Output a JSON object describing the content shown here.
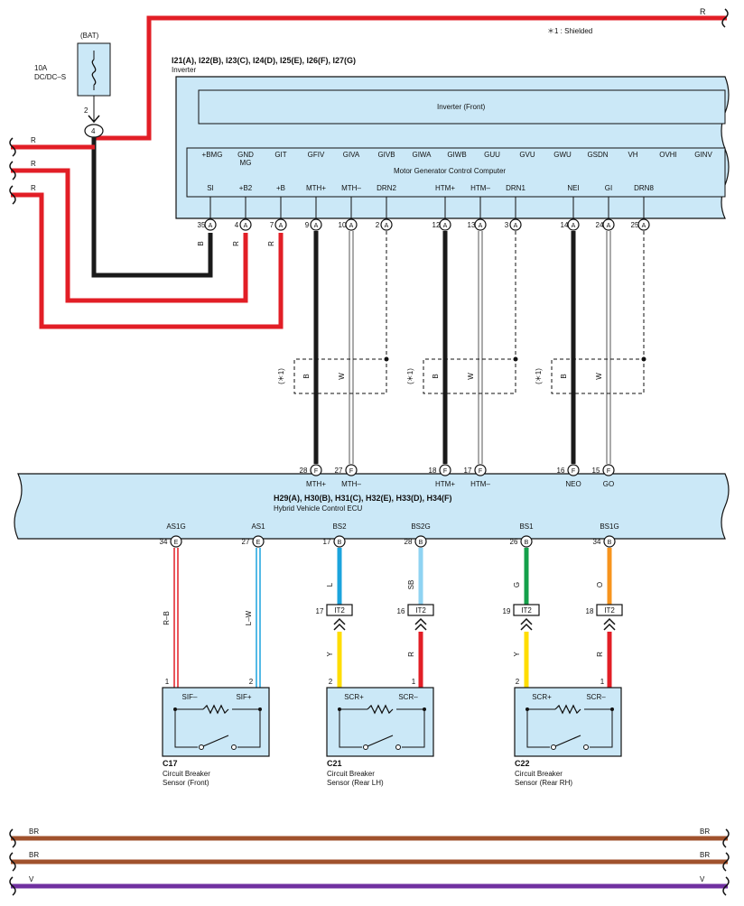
{
  "top_wire": {
    "color_code": "R",
    "color": "#e21e26",
    "note": "＊1 : Shielded"
  },
  "fuse": {
    "location": "(BAT)",
    "rating": "10A",
    "name": "DC/DC–S",
    "pin": "2",
    "junction": "4"
  },
  "left_wires": [
    "R",
    "R",
    "R"
  ],
  "inverter": {
    "connectors": "I21(A), I22(B), I23(C), I24(D), I25(E), I26(F), I27(G)",
    "name": "Inverter",
    "front_label": "Inverter (Front)",
    "mgcc_label": "Motor Generator Control Computer",
    "signals_top": [
      "+BMG",
      "GND\nMG",
      "GIT",
      "GFIV",
      "GIVA",
      "GIVB",
      "GIWA",
      "GIWB",
      "GUU",
      "GVU",
      "GWU",
      "GSDN",
      "VH",
      "OVHI",
      "GINV"
    ],
    "terminals": [
      {
        "label": "SI",
        "pin": "35",
        "conn": "A",
        "wire": "B"
      },
      {
        "label": "+B2",
        "pin": "4",
        "conn": "A",
        "wire": "R"
      },
      {
        "label": "+B",
        "pin": "7",
        "conn": "A",
        "wire": "R"
      },
      {
        "label": "MTH+",
        "pin": "9",
        "conn": "A"
      },
      {
        "label": "MTH–",
        "pin": "10",
        "conn": "A"
      },
      {
        "label": "DRN2",
        "pin": "2",
        "conn": "A"
      },
      {
        "label": "HTM+",
        "pin": "12",
        "conn": "A"
      },
      {
        "label": "HTM–",
        "pin": "13",
        "conn": "A"
      },
      {
        "label": "DRN1",
        "pin": "3",
        "conn": "A"
      },
      {
        "label": "NEI",
        "pin": "14",
        "conn": "A"
      },
      {
        "label": "GI",
        "pin": "24",
        "conn": "A"
      },
      {
        "label": "DRN8",
        "pin": "25",
        "conn": "A"
      }
    ]
  },
  "shield_groups": [
    {
      "note": "(＊1)",
      "wire1": "B",
      "wire2": "W"
    },
    {
      "note": "(＊1)",
      "wire1": "B",
      "wire2": "W"
    },
    {
      "note": "(＊1)",
      "wire1": "B",
      "wire2": "W"
    }
  ],
  "ecu": {
    "connectors": "H29(A), H30(B), H31(C), H32(E), H33(D), H34(F)",
    "name": "Hybrid Vehicle Control ECU",
    "top_terminals": [
      {
        "pin": "28",
        "conn": "F",
        "label": "MTH+"
      },
      {
        "pin": "27",
        "conn": "F",
        "label": "MTH–"
      },
      {
        "pin": "18",
        "conn": "F",
        "label": "HTM+"
      },
      {
        "pin": "17",
        "conn": "F",
        "label": "HTM–"
      },
      {
        "pin": "16",
        "conn": "F",
        "label": "NEO"
      },
      {
        "pin": "15",
        "conn": "F",
        "label": "GO"
      }
    ],
    "bottom_terminals": [
      {
        "label": "AS1G",
        "pin": "34",
        "conn": "E",
        "wire": "R–B",
        "color": "#e21e26"
      },
      {
        "label": "AS1",
        "pin": "27",
        "conn": "E",
        "wire": "L–W",
        "color": "#1ba4dd"
      },
      {
        "label": "BS2",
        "pin": "17",
        "conn": "B",
        "wire": "L",
        "color": "#1ba4dd"
      },
      {
        "label": "BS2G",
        "pin": "28",
        "conn": "B",
        "wire": "SB",
        "color": "#8fd3f2"
      },
      {
        "label": "BS1",
        "pin": "26",
        "conn": "B",
        "wire": "G",
        "color": "#14a04a"
      },
      {
        "label": "BS1G",
        "pin": "34",
        "conn": "B",
        "wire": "O",
        "color": "#f7941d"
      }
    ]
  },
  "junctions": [
    {
      "pin": "17",
      "conn": "IT2",
      "wire": "Y",
      "color": "#ffdd00"
    },
    {
      "pin": "16",
      "conn": "IT2",
      "wire": "R",
      "color": "#e21e26"
    },
    {
      "pin": "19",
      "conn": "IT2",
      "wire": "Y",
      "color": "#ffdd00"
    },
    {
      "pin": "18",
      "conn": "IT2",
      "wire": "R",
      "color": "#e21e26"
    }
  ],
  "sensors": [
    {
      "id": "C17",
      "name": "Circuit Breaker",
      "sub": "Sensor (Front)",
      "left": "SIF–",
      "right": "SIF+",
      "pin_left": "1",
      "pin_right": "2"
    },
    {
      "id": "C21",
      "name": "Circuit Breaker",
      "sub": "Sensor (Rear LH)",
      "left": "SCR+",
      "right": "SCR–",
      "pin_left": "2",
      "pin_right": "1"
    },
    {
      "id": "C22",
      "name": "Circuit Breaker",
      "sub": "Sensor (Rear RH)",
      "left": "SCR+",
      "right": "SCR–",
      "pin_left": "2",
      "pin_right": "1"
    }
  ],
  "bottom_wires": [
    {
      "code": "BR",
      "color": "#a0522d"
    },
    {
      "code": "BR",
      "color": "#a0522d"
    },
    {
      "code": "V",
      "color": "#7030a0"
    }
  ],
  "colors": {
    "panel": "#cbe8f7",
    "red": "#e21e26",
    "black": "#1a1a1a"
  }
}
